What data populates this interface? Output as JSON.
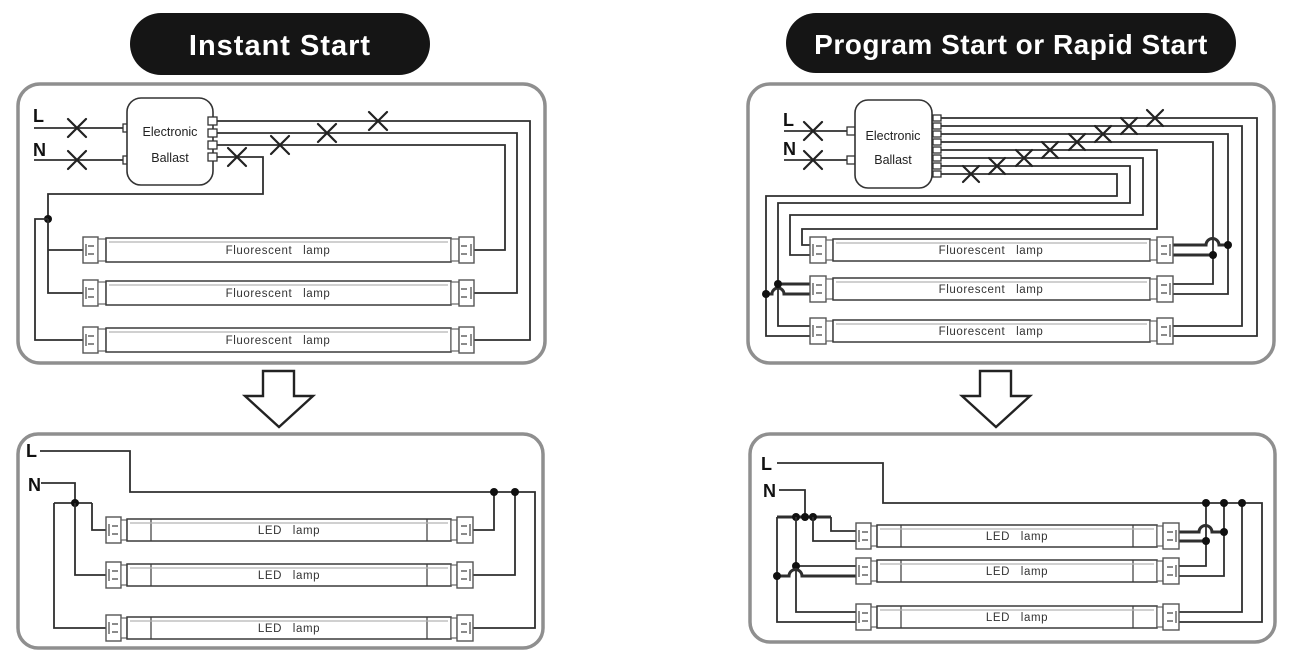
{
  "titles": {
    "left": "Instant Start",
    "right": "Program Start or Rapid Start"
  },
  "labels": {
    "line": "L",
    "neutral": "N",
    "ballast_line1": "Electronic",
    "ballast_line2": "Ballast",
    "fluorescent_lamp": "Fluorescent lamp",
    "led_lamp": "LED lamp"
  },
  "colors": {
    "title_bg": "#151515",
    "title_text": "#ffffff",
    "wire": "#2f2f2f",
    "panel_border": "#8f8f8f",
    "background": "#ffffff"
  }
}
